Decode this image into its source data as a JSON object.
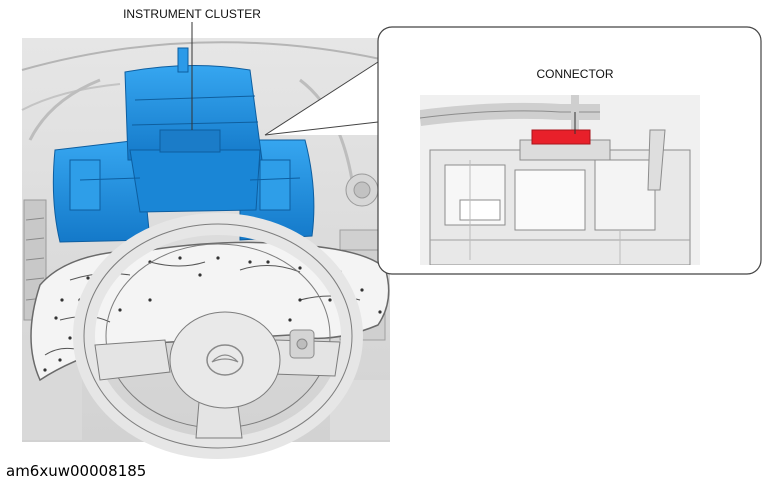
{
  "labels": {
    "instrument_cluster": "INSTRUMENT CLUSTER",
    "connector": "CONNECTOR"
  },
  "caption": "am6xuw00008185",
  "colors": {
    "cluster_blue": "#1e90e0",
    "connector_red": "#e8202a",
    "cloth_fill": "#f4f4f4"
  }
}
